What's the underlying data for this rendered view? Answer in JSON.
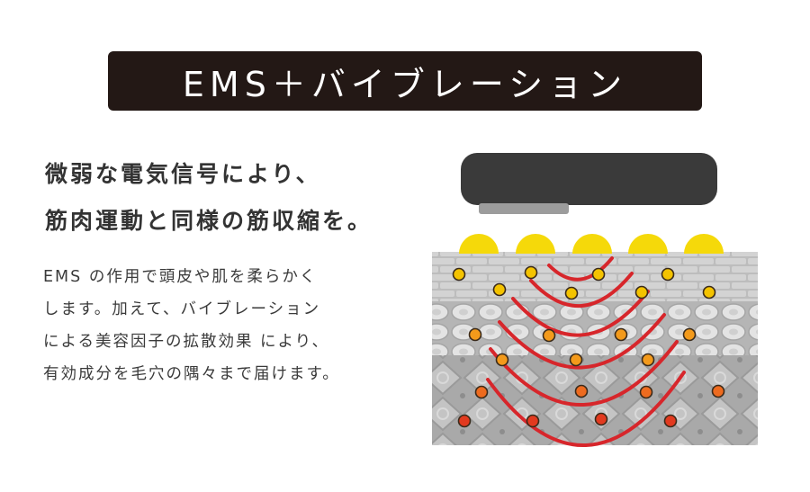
{
  "title": "EMS＋バイブレーション",
  "headline": {
    "lines": [
      "微弱な電気信号により、",
      "筋肉運動と同様の筋収縮を。"
    ]
  },
  "body": {
    "lines": [
      "EMS の作用で頭皮や肌を柔らかく",
      "します。加えて、バイブレーション",
      "による美容因子の拡散効果 により、",
      "有効成分を毛穴の隅々まで届けます。"
    ]
  },
  "illustration": {
    "device_color": "#3a3a3a",
    "electrode_color": "#f5d90a",
    "wave_color": "#d7262b",
    "dot_colors": {
      "yellow": "#f4c300",
      "orange_light": "#f39a1b",
      "orange": "#ee6b1f",
      "red": "#e23a1f"
    }
  },
  "colors": {
    "title_bg": "#231815",
    "title_text": "#ffffff",
    "text": "#333333"
  }
}
